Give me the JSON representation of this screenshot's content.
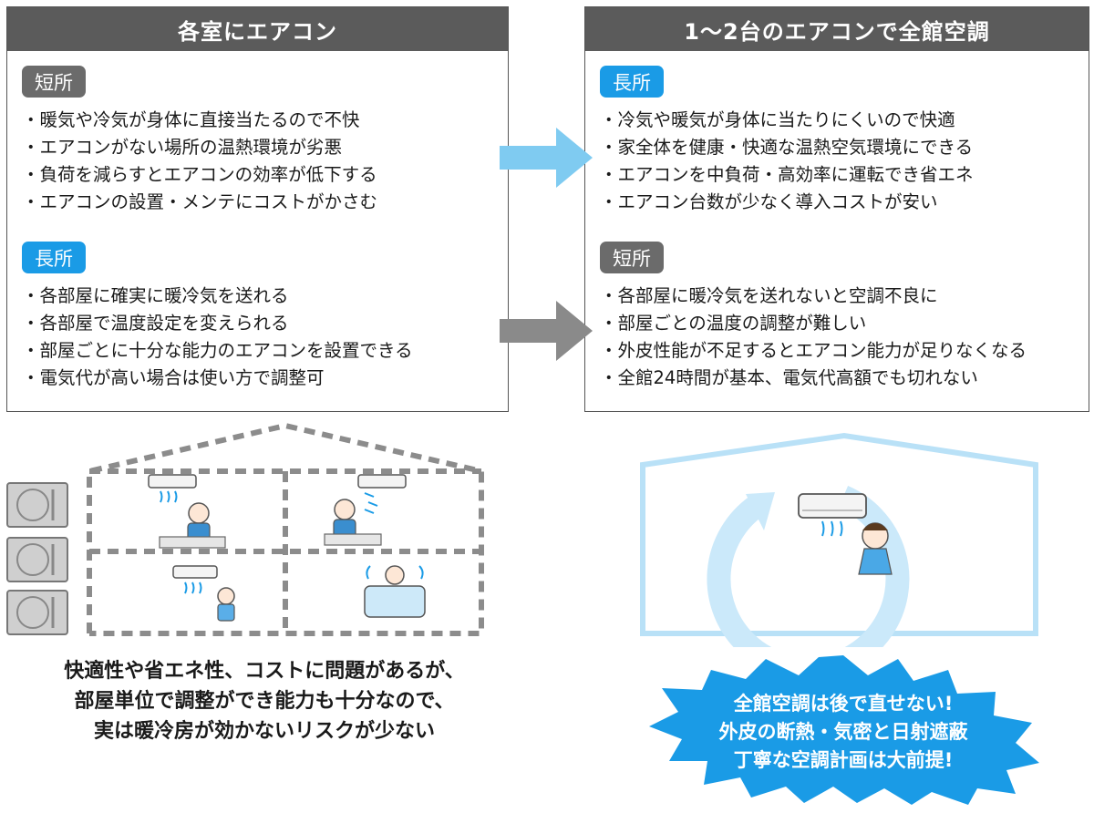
{
  "left_panel": {
    "title": "各室にエアコン",
    "sections": [
      {
        "badge": "短所",
        "items": [
          "・暖気や冷気が身体に直接当たるので不快",
          "・エアコンがない場所の温熱環境が劣悪",
          "・負荷を減らすとエアコンの効率が低下する",
          "・エアコンの設置・メンテにコストがかさむ"
        ]
      },
      {
        "badge": "長所",
        "items": [
          "・各部屋に確実に暖冷気を送れる",
          "・各部屋で温度設定を変えられる",
          "・部屋ごとに十分な能力のエアコンを設置できる",
          "・電気代が高い場合は使い方で調整可"
        ]
      }
    ]
  },
  "right_panel": {
    "title": "1〜2台のエアコンで全館空調",
    "sections": [
      {
        "badge": "長所",
        "items": [
          "・冷気や暖気が身体に当たりにくいので快適",
          "・家全体を健康・快適な温熱空気環境にできる",
          "・エアコンを中負荷・高効率に運転でき省エネ",
          "・エアコン台数が少なく導入コストが安い"
        ]
      },
      {
        "badge": "短所",
        "items": [
          "・各部屋に暖冷気を送れないと空調不良に",
          "・部屋ごとの温度の調整が難しい",
          "・外皮性能が不足するとエアコン能力が足りなくなる",
          "・全館24時間が基本、電気代高額でも切れない"
        ]
      }
    ]
  },
  "caption_lines": [
    "快適性や省エネ性、コストに問題があるが、",
    "部屋単位で調整ができ能力も十分なので、",
    "実は暖冷房が効かないリスクが少ない"
  ],
  "burst_lines": [
    "全館空調は後で直せない!",
    "外皮の断熱・気密と日射遮蔽",
    "丁寧な空調計画は大前提!"
  ],
  "colors": {
    "header_gray": "#5b5b5b",
    "badge_gray": "#6b6b6b",
    "badge_blue": "#1a9be6",
    "arrow_blue": "#7fcbf1",
    "arrow_gray": "#8a8a8a",
    "burst_blue": "#1a9be6",
    "house_blue": "#b9e1f7"
  }
}
